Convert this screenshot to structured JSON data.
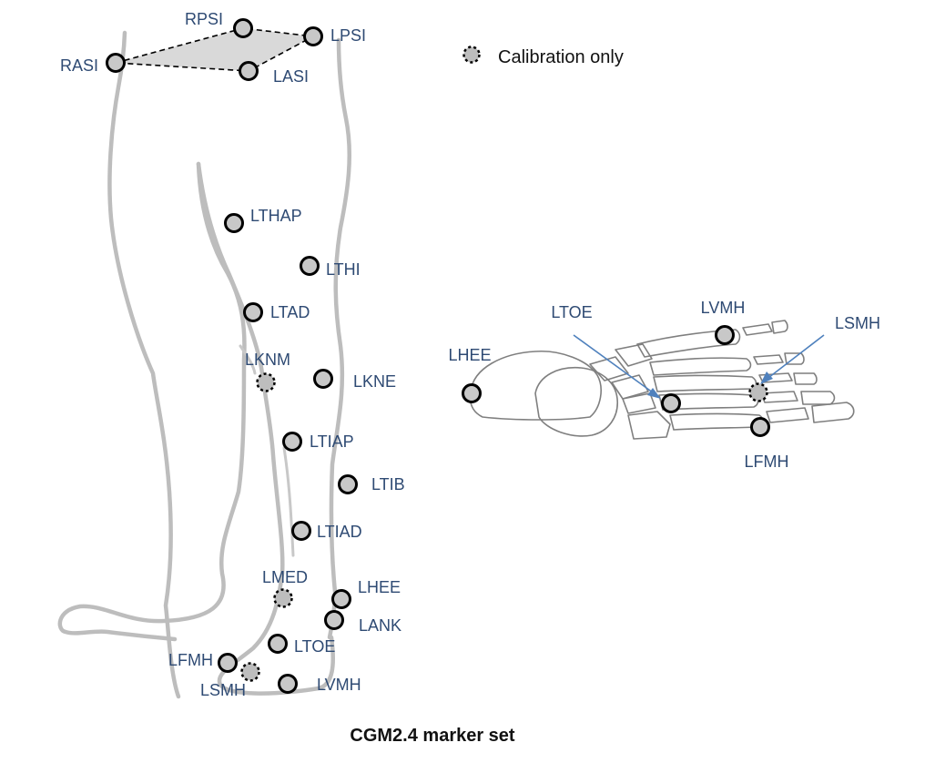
{
  "legend": {
    "calibration_only_label": "Calibration only"
  },
  "caption": "CGM2.4 marker set",
  "colors": {
    "label_text": "#2e4a73",
    "leg_outline": "#bdbdbd",
    "foot_bones": "#7f7f7f",
    "marker_fill": "#c8c8c8",
    "marker_outline": "#000000",
    "arrow": "#4f81bd"
  },
  "pelvis_markers": [
    {
      "id": "RASI",
      "label": "RASI",
      "type": "standard"
    },
    {
      "id": "RPSI",
      "label": "RPSI",
      "type": "standard"
    },
    {
      "id": "LPSI",
      "label": "LPSI",
      "type": "standard"
    },
    {
      "id": "LASI",
      "label": "LASI",
      "type": "standard"
    }
  ],
  "leg_markers": [
    {
      "id": "LTHAP",
      "label": "LTHAP",
      "type": "standard"
    },
    {
      "id": "LTHI",
      "label": "LTHI",
      "type": "standard"
    },
    {
      "id": "LTAD",
      "label": "LTAD",
      "type": "standard"
    },
    {
      "id": "LKNM",
      "label": "LKNM",
      "type": "calibration"
    },
    {
      "id": "LKNE",
      "label": "LKNE",
      "type": "standard"
    },
    {
      "id": "LTIAP",
      "label": "LTIAP",
      "type": "standard"
    },
    {
      "id": "LTIB",
      "label": "LTIB",
      "type": "standard"
    },
    {
      "id": "LTIAD",
      "label": "LTIAD",
      "type": "standard"
    },
    {
      "id": "LMED",
      "label": "LMED",
      "type": "calibration"
    },
    {
      "id": "LHEE",
      "label": "LHEE",
      "type": "standard"
    },
    {
      "id": "LANK",
      "label": "LANK",
      "type": "standard"
    },
    {
      "id": "LTOE",
      "label": "LTOE",
      "type": "standard"
    },
    {
      "id": "LFMH",
      "label": "LFMH",
      "type": "standard"
    },
    {
      "id": "LSMH",
      "label": "LSMH",
      "type": "calibration"
    },
    {
      "id": "LVMH",
      "label": "LVMH",
      "type": "standard"
    }
  ],
  "foot_markers": [
    {
      "id": "LHEE",
      "label": "LHEE",
      "type": "standard"
    },
    {
      "id": "LTOE",
      "label": "LTOE",
      "type": "standard"
    },
    {
      "id": "LVMH",
      "label": "LVMH",
      "type": "standard"
    },
    {
      "id": "LSMH",
      "label": "LSMH",
      "type": "calibration"
    },
    {
      "id": "LFMH",
      "label": "LFMH",
      "type": "standard"
    }
  ]
}
